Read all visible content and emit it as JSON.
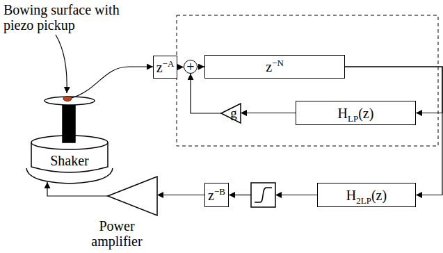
{
  "diagram": {
    "nodes": [
      {
        "text": [
          "Shaker"
        ]
      },
      {
        "text": [
          "z−A"
        ]
      },
      {
        "text": [
          "+"
        ]
      },
      {
        "text": [
          "z−N"
        ]
      },
      {
        "text": [
          "HLP(z)"
        ]
      },
      {
        "text": [
          "g"
        ]
      },
      {
        "text": [
          "H2LP(z)"
        ]
      },
      {
        "text": [
          "z−B"
        ]
      },
      {
        "text": [
          "Power amplifier"
        ]
      }
    ],
    "edges": [
      {
        "from": 1,
        "to": 2,
        "arrow": "to"
      },
      {
        "from": 2,
        "to": 3,
        "arrow": "to"
      },
      {
        "from": 3,
        "to": 4,
        "arrow": "to"
      },
      {
        "from": 3,
        "to": 6,
        "arrow": "to"
      },
      {
        "from": 4,
        "to": 5,
        "arrow": "to"
      },
      {
        "from": 5,
        "to": 2,
        "arrow": "to"
      },
      {
        "from": 7,
        "to": 8,
        "arrow": "to"
      },
      {
        "from": 8,
        "to": 0,
        "arrow": "to"
      }
    ],
    "labels": [
      "Bowing surface with piezo pickup"
    ]
  }
}
